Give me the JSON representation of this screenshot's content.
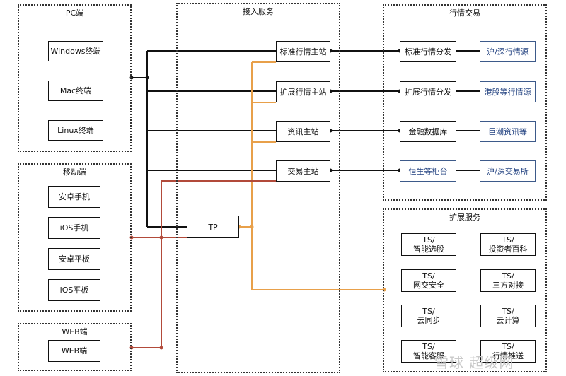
{
  "groups": {
    "pc": "PC端",
    "mobile": "移动端",
    "web": "WEB端",
    "access": "接入服务",
    "market": "行情交易",
    "ext": "扩展服务"
  },
  "pc_nodes": [
    "Windows终端",
    "Mac终端",
    "Linux终端"
  ],
  "mobile_nodes": [
    "安卓手机",
    "iOS手机",
    "安卓平板",
    "iOS平板"
  ],
  "web_nodes": [
    "WEB端"
  ],
  "access_nodes": [
    "标准行情主站",
    "扩展行情主站",
    "资讯主站",
    "交易主站"
  ],
  "tp": "TP",
  "market_rows": [
    {
      "mid": "标准行情分发",
      "right": "沪/深行情源"
    },
    {
      "mid": "扩展行情分发",
      "right": "港股等行情源"
    },
    {
      "mid": "金融数据库",
      "right": "巨潮资讯等"
    },
    {
      "mid": "恒生等柜台",
      "right": "沪/深交易所"
    }
  ],
  "ext_nodes": [
    {
      "line1": "TS/",
      "line2": "智能选股"
    },
    {
      "line1": "TS/",
      "line2": "投资者百科"
    },
    {
      "line1": "TS/",
      "line2": "网交安全"
    },
    {
      "line1": "TS/",
      "line2": "三方对接"
    },
    {
      "line1": "TS/",
      "line2": "云同步"
    },
    {
      "line1": "TS/",
      "line2": "云计算"
    },
    {
      "line1": "TS/",
      "line2": "智能客服"
    },
    {
      "line1": "TS/",
      "line2": "行情推送"
    }
  ],
  "watermark": "雪球 超级网",
  "colors": {
    "black": "#111111",
    "orange": "#e8a04a",
    "red": "#b24a3a",
    "blue": "#1f3f7f"
  }
}
